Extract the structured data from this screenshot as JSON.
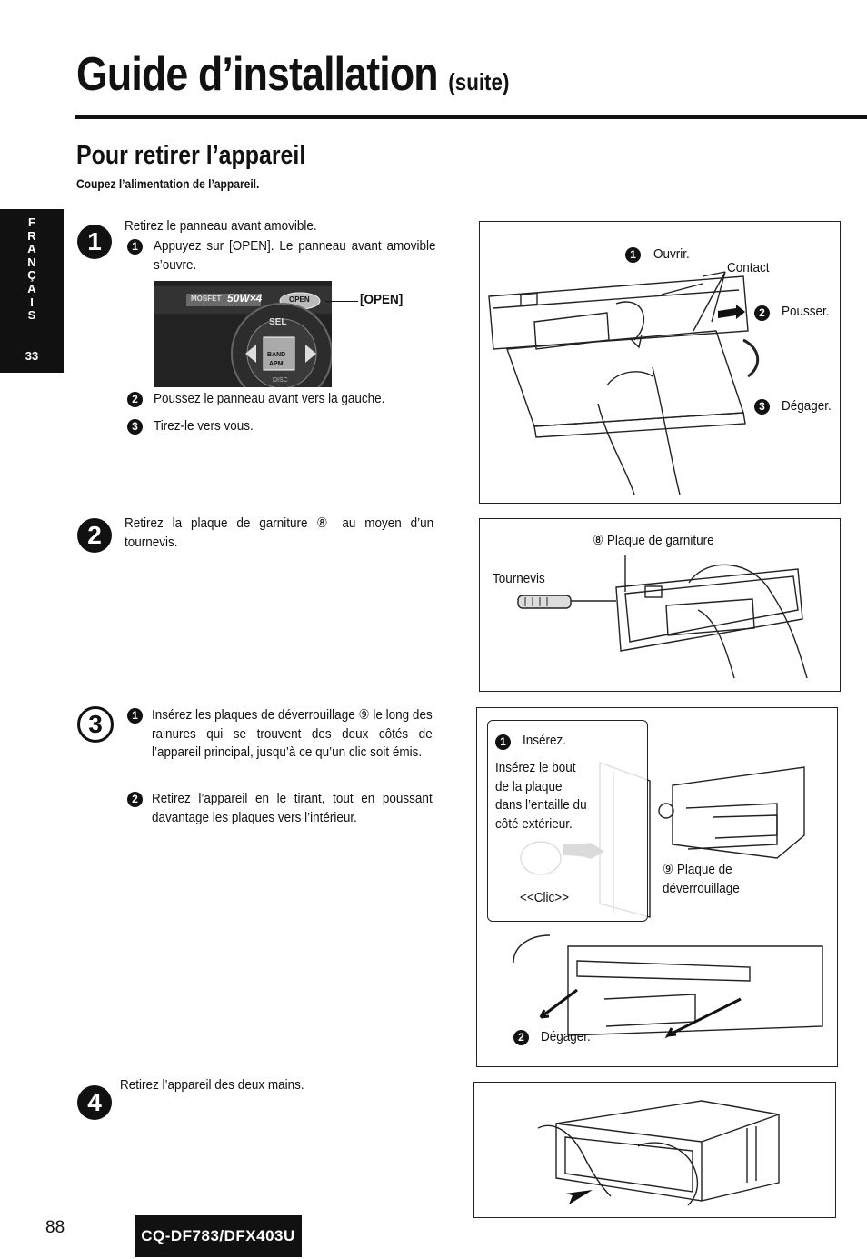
{
  "header": {
    "title": "Guide d’installation",
    "title_suffix": "(suite)",
    "section_title": "Pour retirer l’appareil",
    "subtitle": "Coupez l’alimentation de l’appareil."
  },
  "side_tab": {
    "letters": [
      "F",
      "R",
      "A",
      "N",
      "Ç",
      "A",
      "I",
      "S"
    ],
    "page": "33"
  },
  "steps": [
    {
      "number": "1",
      "intro": "Retirez le panneau avant amovible.",
      "substeps": [
        {
          "n": "1",
          "text": "Appuyez sur [OPEN]. Le panneau avant amovible s’ouvre."
        },
        {
          "n": "2",
          "text": "Poussez le panneau avant vers la gauche."
        },
        {
          "n": "3",
          "text": "Tirez-le vers vous."
        }
      ],
      "photo_label": "[OPEN]",
      "photo_texts": {
        "brand": "MOSFET",
        "power": "50W×4",
        "open": "OPEN",
        "sel": "SEL",
        "band": "BAND",
        "apm": "APM",
        "disc": "DISC"
      },
      "figure": {
        "ouvrir": "Ouvrir.",
        "contact": "Contact",
        "pousser": "Pousser.",
        "degager": "Dégager.",
        "n1": "1",
        "n2": "2",
        "n3": "3"
      }
    },
    {
      "number": "2",
      "text": "Retirez la plaque de garniture ⑧ au moyen d’un tournevis.",
      "figure": {
        "plaque": "⑧ Plaque de garniture",
        "tournevis": "Tournevis"
      }
    },
    {
      "number": "3",
      "substeps": [
        {
          "n": "1",
          "text": "Insérez les plaques de déverrouillage ⑨ le long des rainures qui se trouvent des deux côtés de l’appareil principal, jusqu’à ce qu’un clic soit émis."
        },
        {
          "n": "2",
          "text": "Retirez l’appareil en le tirant, tout en poussant davantage les plaques vers l’intérieur."
        }
      ],
      "figure": {
        "inserez": "Insérez.",
        "detail": "Insérez le bout de la plaque dans l’entaille du côté extérieur.",
        "clic": "<<Clic>>",
        "plaque": "⑨ Plaque de déverrouillage",
        "degager": "Dégager.",
        "n1": "1",
        "n2": "2"
      }
    },
    {
      "number": "4",
      "text": "Retirez l’appareil des deux mains."
    }
  ],
  "footer": {
    "page_number": "88",
    "model": "CQ-DF783/DFX403U"
  }
}
